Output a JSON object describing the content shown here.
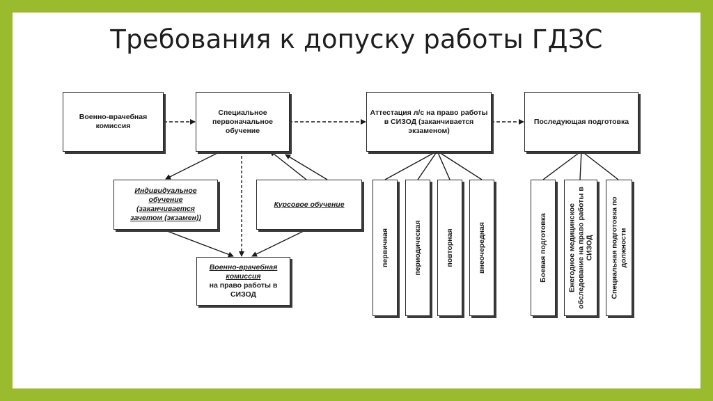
{
  "slide": {
    "title": "Требования к допуску работы ГДЗС"
  },
  "diagram": {
    "boxes": {
      "medical_commission": "Военно-врачебная комиссия",
      "special_training": "Специальное первоначальное обучение",
      "attestation": "Аттестация л/с на право работы в СИЗОД (заканчивается экзаменом)",
      "followup_training": "Последующая подготовка",
      "individual_training_line1": "Индивидуальное",
      "individual_training_line2": "обучение",
      "individual_training_line3": "(заканчивается",
      "individual_training_line4": "зачетом (экзамен))",
      "course_training": "Курсовое обучение",
      "medical_siz_line1": "Военно-врачебная",
      "medical_siz_line2": "комиссия",
      "medical_siz_line3": "на право работы в",
      "medical_siz_line4": "СИЗОД"
    },
    "attestation_types": [
      "первичная",
      "периодическая",
      "повторная",
      "внеочередная"
    ],
    "followup_types": [
      "Боевая подготовка",
      "Ежегодное медицинское обследование на право работы в СИЗОД",
      "Специальная подготовка по должности"
    ]
  },
  "colors": {
    "frame": "#9bbb2f",
    "background": "#ffffff",
    "stroke": "#2a2a2a"
  }
}
